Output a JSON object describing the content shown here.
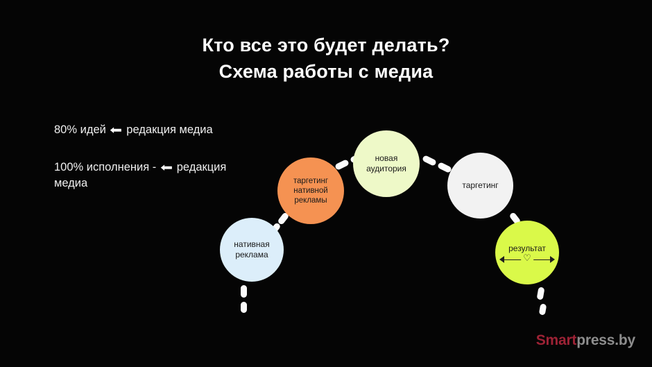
{
  "slide": {
    "background_color": "#050505",
    "title_lines": [
      "Кто все это будет делать?",
      "Схема работы с медиа"
    ]
  },
  "notes": [
    {
      "name": "note-ideas",
      "before": "80%  идей",
      "arrow_icon": "arrow-left-icon",
      "arrow_glyph": "⬅",
      "after": "редакция медиа"
    },
    {
      "name": "note-execution",
      "before": "100% исполнения -",
      "arrow_icon": "arrow-left-icon",
      "arrow_glyph": "⬅",
      "after": "редакция медиа"
    }
  ],
  "flow": {
    "nodes": [
      {
        "id": "native-ad",
        "label": "нативная\nреклама",
        "color": "#DCEEFA"
      },
      {
        "id": "native-targeting",
        "label": "таргетинг\nнативной\nрекламы",
        "color": "#F59252"
      },
      {
        "id": "new-audience",
        "label": "новая\nаудитория",
        "color": "#EEF9C8"
      },
      {
        "id": "targeting",
        "label": "таргетинг",
        "color": "#F2F2F2"
      },
      {
        "id": "result",
        "label": "результат",
        "color": "#DAF949"
      }
    ],
    "result_measure": {
      "heart_icon": "heart-icon",
      "heart_glyph": "♡",
      "arrow_style": "double-headed"
    },
    "connector_color": "#fbfbfb"
  },
  "logo": {
    "part_a": "Smart",
    "part_b": "press.by",
    "color_a": "#9d2235",
    "color_b": "#8d8d8d"
  }
}
